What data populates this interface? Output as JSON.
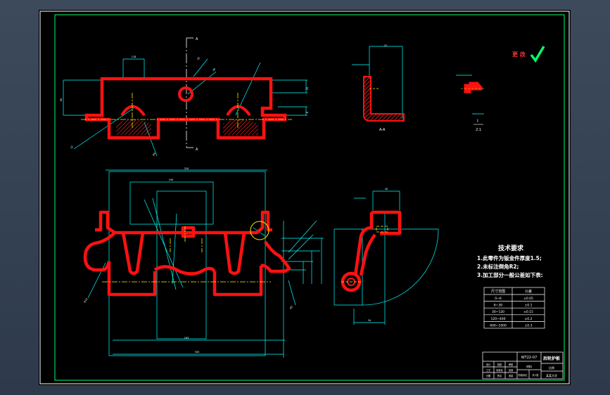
{
  "drawing": {
    "stamp_text": "更 改",
    "section_label": "A-A",
    "cut_label_a": "A",
    "detail_scale_num": "I",
    "detail_scale_den": "2:1",
    "dim_labels": {
      "d1": "60",
      "d2": "118",
      "d3": "25",
      "d4": "8",
      "d5": "12",
      "d6": "R4",
      "d7": "30",
      "d8": "33",
      "d9": "310",
      "d10": "300",
      "d11": "165",
      "d12": "190",
      "d13": "22",
      "d14": "R10",
      "d15": "R5",
      "d16": "34",
      "d17": "40"
    }
  },
  "tech_requirements": {
    "title": "技术要求",
    "items": [
      "1.此零件为钣金件厚度1.5;",
      "2.未标注倒角R2;",
      "3.加工部分一般公差如下表:"
    ]
  },
  "tolerance_table": {
    "headers": [
      "尺寸范围",
      "公差"
    ],
    "rows": [
      [
        "0~6",
        "±0.05"
      ],
      [
        "6~30",
        "±0.1"
      ],
      [
        "30~120",
        "±0.15"
      ],
      [
        "120~400",
        "±0.2"
      ],
      [
        "400~1000",
        "±0.3"
      ]
    ]
  },
  "title_block": {
    "part_name": "后轮护板",
    "drawing_no": "WT22-07",
    "material": "材料",
    "company": "某某大学",
    "scale": "比例",
    "sheet": "共1张",
    "small_cells": [
      "设计",
      "校核",
      "审核",
      "工艺",
      "标准化",
      "批准",
      "日期",
      "签名",
      "重量",
      "阶段标记"
    ]
  }
}
